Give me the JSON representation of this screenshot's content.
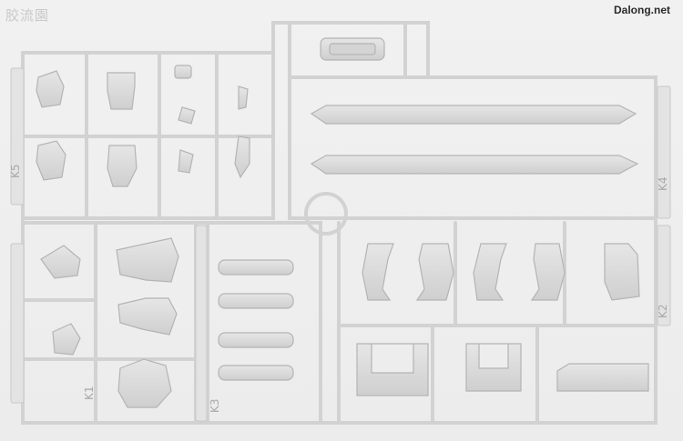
{
  "watermarks": {
    "chinese": "胶流園",
    "site": "Dalong.net"
  },
  "sprue_labels": [
    "K5",
    "K4",
    "K1",
    "K3",
    "K2"
  ],
  "colors": {
    "background": "#efefef",
    "plastic": "#dcdcdc",
    "plastic_edge": "#b8b8b8",
    "shadow": "#c4c4c4"
  }
}
